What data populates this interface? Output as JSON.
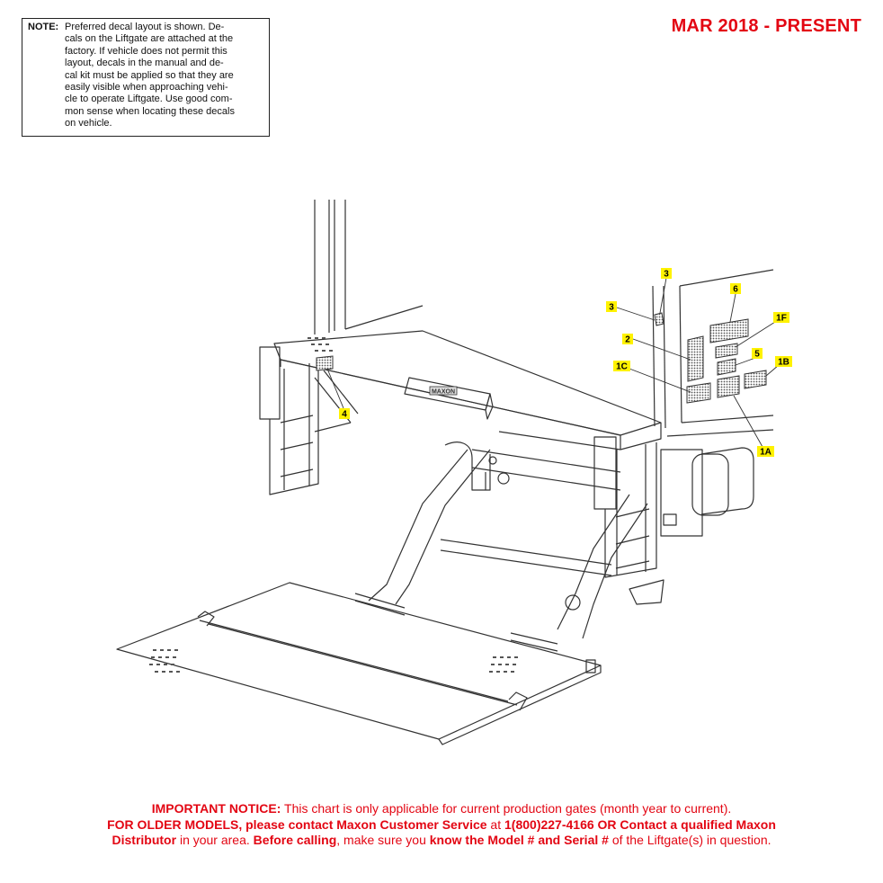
{
  "note": {
    "label": "NOTE:",
    "lines": [
      "Preferred decal layout is shown. De-",
      "cals on the Liftgate are attached at the",
      "factory. If vehicle does not permit this",
      "layout, decals in the manual and de-",
      "cal kit must be applied so that they are",
      "easily visible when approaching vehi-",
      "cle to operate Liftgate. Use good com-",
      "mon sense when locating these decals",
      "on vehicle."
    ]
  },
  "date_range": "MAR 2018 - PRESENT",
  "callouts": {
    "c3a": "3",
    "c3b": "3",
    "c6": "6",
    "c1f": "1F",
    "c2": "2",
    "c5": "5",
    "c1b": "1B",
    "c1c": "1C",
    "c4": "4",
    "c1a": "1A"
  },
  "brand_plate": "MAXON",
  "notice": {
    "l1_bold": "IMPORTANT NOTICE:",
    "l1_text": " This chart is only applicable for current production gates (month year to current).",
    "l2_bold1": "FOR OLDER MODELS, please contact Maxon Customer Service",
    "l2_text1": " at ",
    "l2_bold2": "1(800)227-4166 OR Contact a qualified Maxon",
    "l3_bold1": "Distributor",
    "l3_text1": " in your area. ",
    "l3_bold2": "Before calling",
    "l3_text2": ", make sure you ",
    "l3_bold3": "know the Model # and Serial #",
    "l3_text3": " of the Liftgate(s) in question."
  },
  "colors": {
    "accent_red": "#e30613",
    "callout_yellow": "#fff200"
  }
}
